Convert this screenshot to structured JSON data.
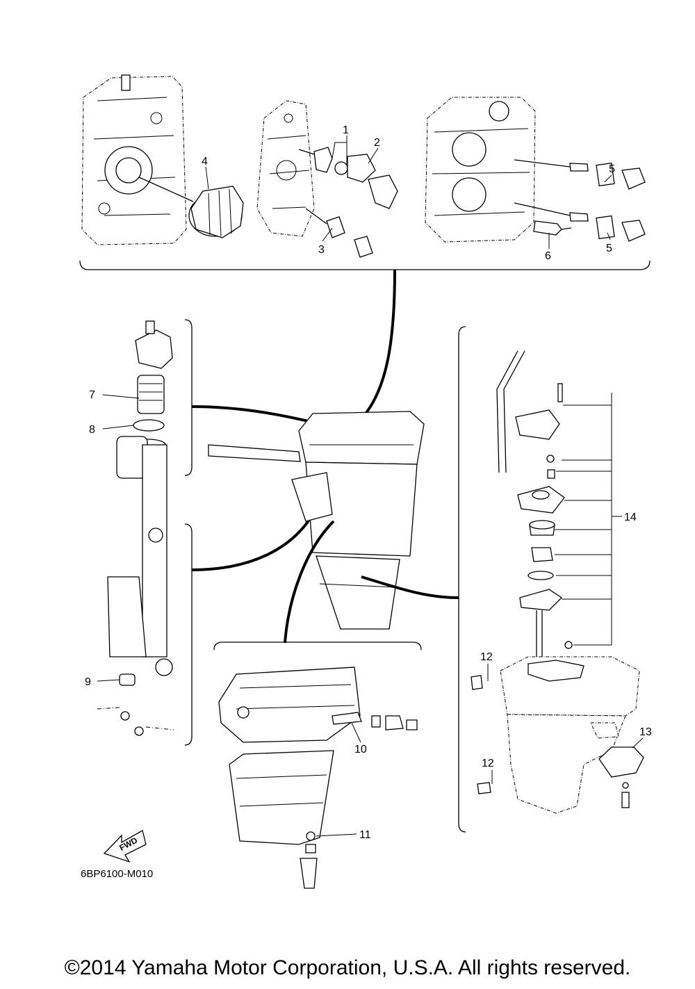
{
  "diagram": {
    "callouts": [
      {
        "id": "1",
        "label": "1"
      },
      {
        "id": "2",
        "label": "2"
      },
      {
        "id": "3",
        "label": "3"
      },
      {
        "id": "4",
        "label": "4"
      },
      {
        "id": "5a",
        "label": "5"
      },
      {
        "id": "5b",
        "label": "5"
      },
      {
        "id": "6",
        "label": "6"
      },
      {
        "id": "7",
        "label": "7"
      },
      {
        "id": "8",
        "label": "8"
      },
      {
        "id": "9",
        "label": "9"
      },
      {
        "id": "10",
        "label": "10"
      },
      {
        "id": "11",
        "label": "11"
      },
      {
        "id": "12a",
        "label": "12"
      },
      {
        "id": "12b",
        "label": "12"
      },
      {
        "id": "13",
        "label": "13"
      },
      {
        "id": "14",
        "label": "14"
      }
    ],
    "fwd_label": "FWD",
    "drawing_code": "6BP6100-M010"
  },
  "copyright": "©2014 Yamaha Motor Corporation, U.S.A. All rights reserved."
}
